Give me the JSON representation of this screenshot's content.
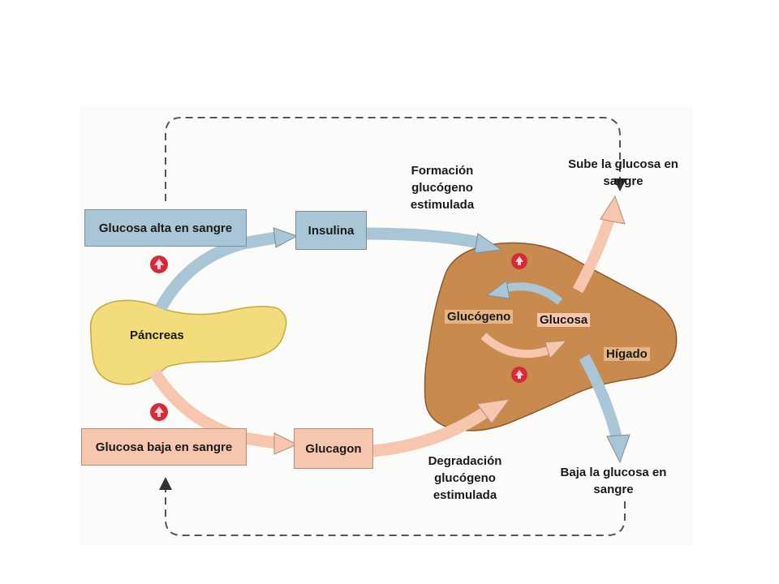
{
  "labels": {
    "glucosa_alta": "Glucosa alta en sangre",
    "glucosa_baja": "Glucosa baja en sangre",
    "insulina": "Insulina",
    "glucagon": "Glucagon",
    "pancreas": "Páncreas",
    "formacion": "Formación\nglucógeno\nestimulada",
    "degradacion": "Degradación\nglucógeno\nestimulada",
    "sube": "Sube la glucosa en\nsangre",
    "baja": "Baja la glucosa en\nsangre",
    "glucogeno": "Glucógeno",
    "glucosa": "Glucosa",
    "higado": "Hígado"
  },
  "colors": {
    "insulin_path": "#a9c6d6",
    "glucagon_path": "#f7c6ae",
    "liver": "#c98a4e",
    "pancreas": "#f3dc7c",
    "marker": "#d62a38",
    "feedback_line": "#555555"
  }
}
